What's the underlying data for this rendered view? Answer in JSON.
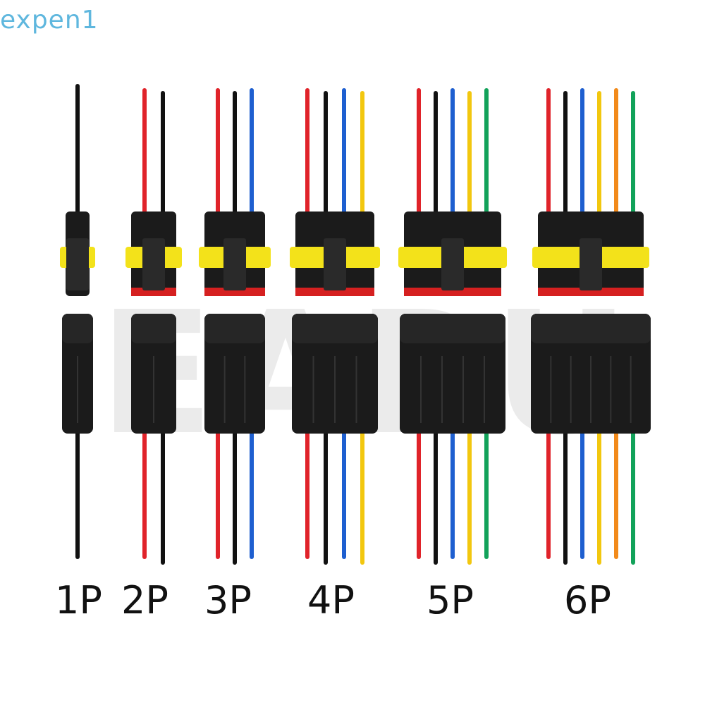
{
  "brand": {
    "text": "expen1"
  },
  "watermark": {
    "text": "EARU"
  },
  "connectors": [
    {
      "label": "1P",
      "wires": [
        "#111111"
      ]
    },
    {
      "label": "2P",
      "wires": [
        "#e0232a",
        "#111111"
      ]
    },
    {
      "label": "3P",
      "wires": [
        "#e0232a",
        "#111111",
        "#1e5fd0"
      ]
    },
    {
      "label": "4P",
      "wires": [
        "#e0232a",
        "#111111",
        "#1e5fd0",
        "#f2c70f"
      ]
    },
    {
      "label": "5P",
      "wires": [
        "#e0232a",
        "#111111",
        "#1e5fd0",
        "#f2c70f",
        "#12a25a"
      ]
    },
    {
      "label": "6P",
      "wires": [
        "#e0232a",
        "#111111",
        "#1e5fd0",
        "#f2c70f",
        "#f28a1a",
        "#12a25a"
      ]
    }
  ],
  "colors": {
    "housing": "#1b1b1b",
    "seal": "#f3e21a",
    "seal_red": "#d52020"
  }
}
